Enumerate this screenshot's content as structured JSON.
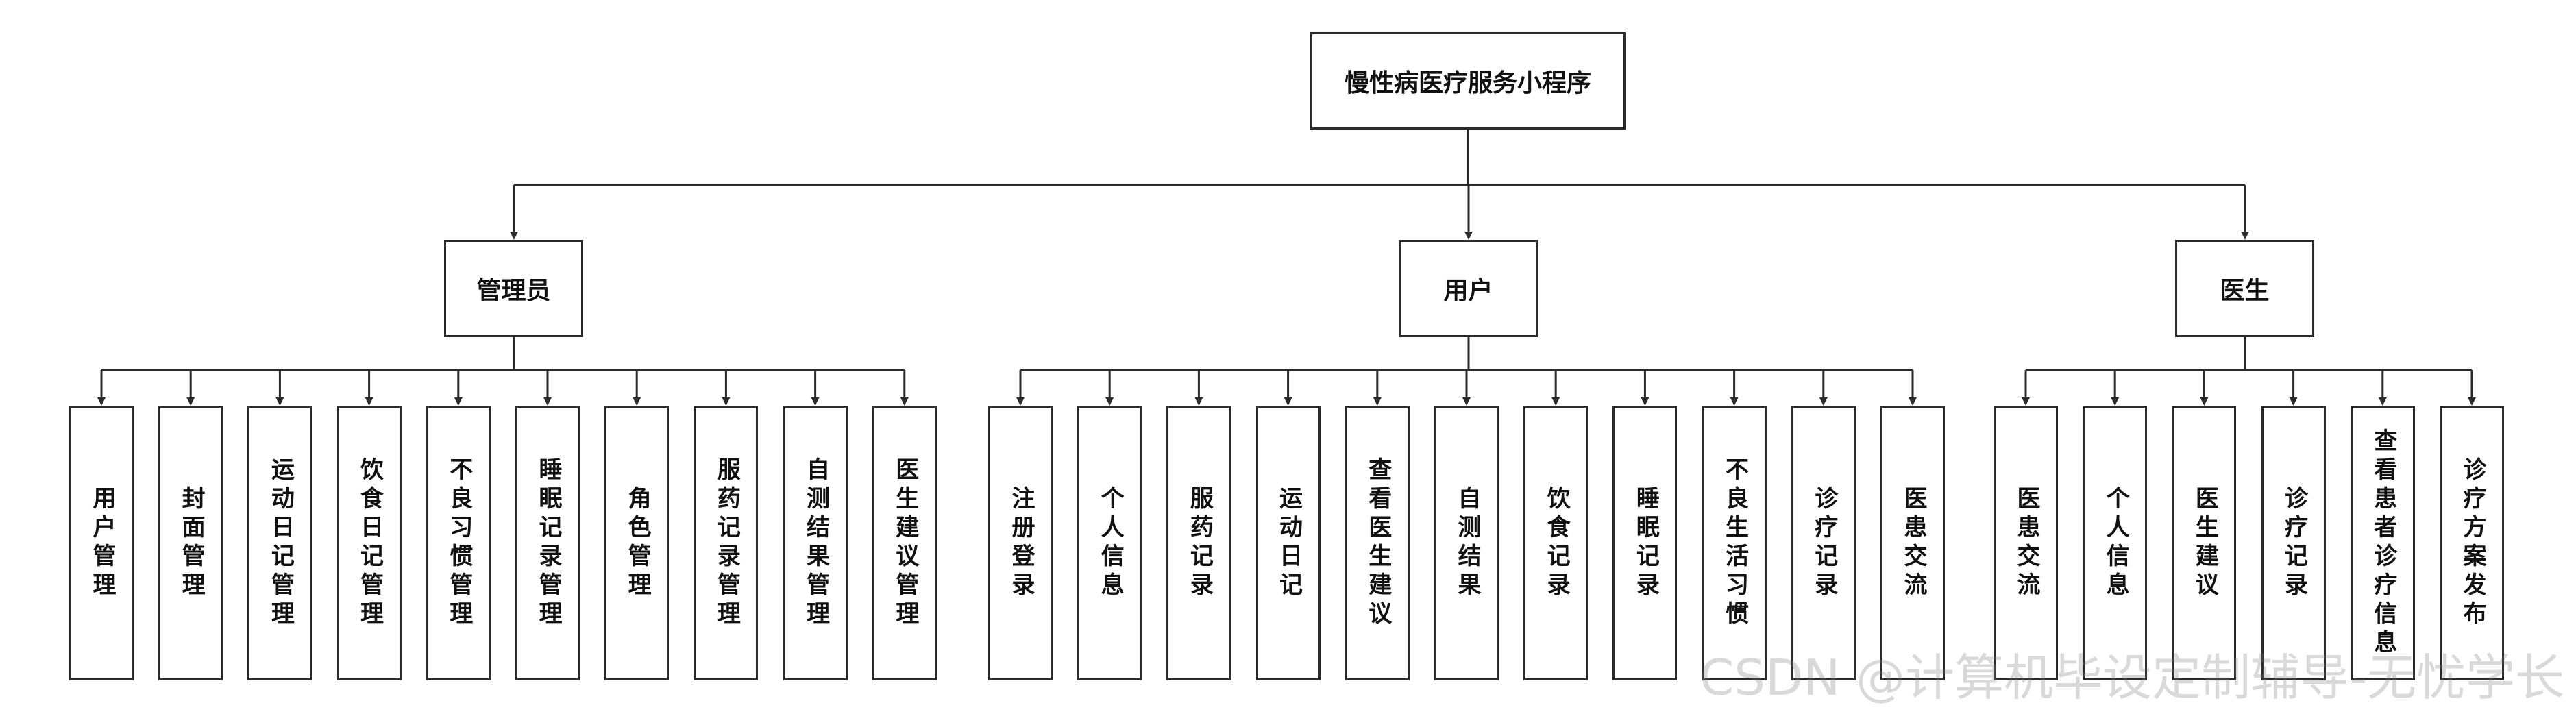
{
  "root": {
    "label": "慢性病医疗服务小程序"
  },
  "groups": [
    {
      "label": "管理员",
      "items": [
        "用户管理",
        "封面管理",
        "运动日记管理",
        "饮食日记管理",
        "不良习惯管理",
        "睡眠记录管理",
        "角色管理",
        "服药记录管理",
        "自测结果管理",
        "医生建议管理"
      ]
    },
    {
      "label": "用户",
      "items": [
        "注册登录",
        "个人信息",
        "服药记录",
        "运动日记",
        "查看医生建议",
        "自测结果",
        "饮食记录",
        "睡眠记录",
        "不良生活习惯",
        "诊疗记录",
        "医患交流"
      ]
    },
    {
      "label": "医生",
      "items": [
        "医患交流",
        "个人信息",
        "医生建议",
        "诊疗记录",
        "查看患者诊疗信息",
        "诊疗方案发布"
      ]
    }
  ],
  "watermark": "CSDN @计算机毕设定制辅导-无忧学长",
  "colors": {
    "line": "#2b2b2b",
    "box_border": "#2b2b2b",
    "text": "#111111"
  }
}
